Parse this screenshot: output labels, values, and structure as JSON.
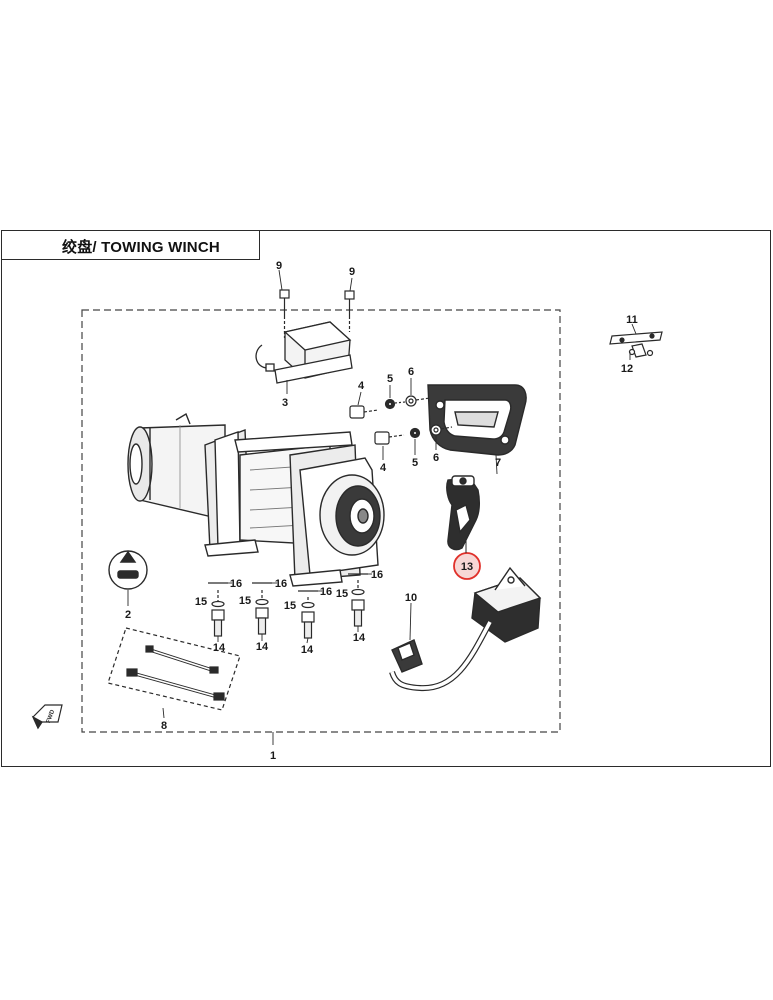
{
  "title": "绞盘/ TOWING WINCH",
  "callouts": {
    "c1": "1",
    "c2": "2",
    "c3": "3",
    "c4a": "4",
    "c4b": "4",
    "c5a": "5",
    "c5b": "5",
    "c6a": "6",
    "c6b": "6",
    "c7": "7",
    "c8": "8",
    "c9a": "9",
    "c9b": "9",
    "c10": "10",
    "c11": "11",
    "c12": "12",
    "c13": "13",
    "c14a": "14",
    "c14b": "14",
    "c14c": "14",
    "c14d": "14",
    "c15a": "15",
    "c15b": "15",
    "c15c": "15",
    "c15d": "15",
    "c16a": "16",
    "c16b": "16",
    "c16c": "16",
    "c16d": "16"
  },
  "fwd_label": "FWD",
  "highlight_color": "#e0302a"
}
